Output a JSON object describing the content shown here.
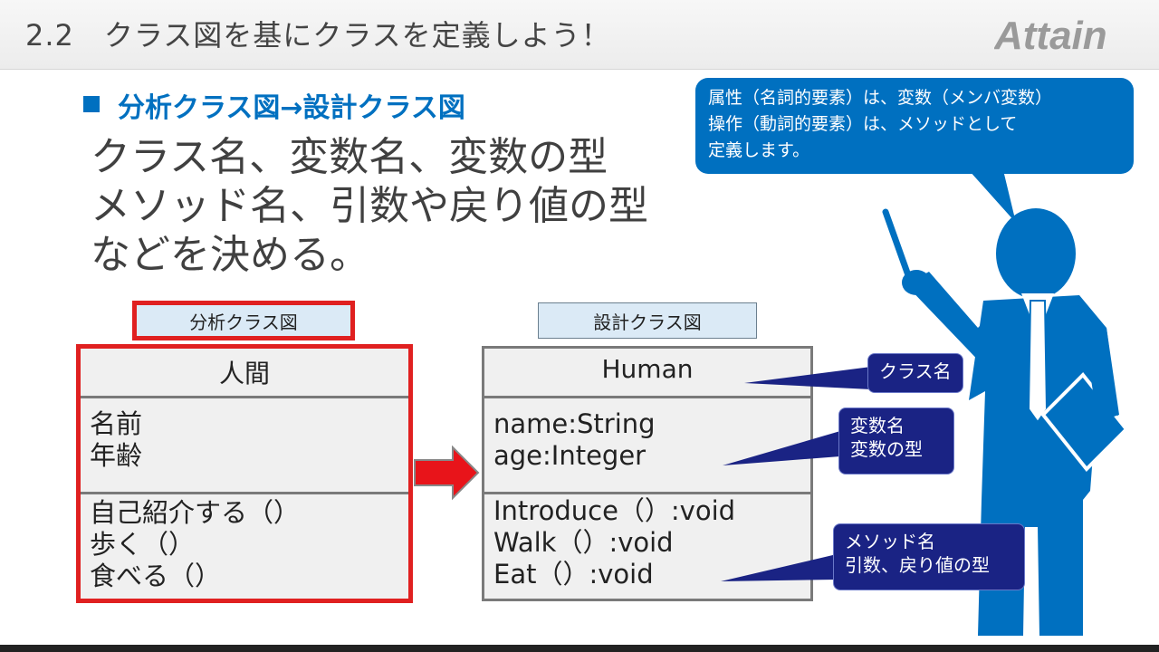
{
  "header": {
    "title": "2.2　クラス図を基にクラスを定義しよう！",
    "logo_text": "Attain"
  },
  "bullet": "分析クラス図→設計クラス図",
  "body_lines": [
    "クラス名、変数名、変数の型",
    "メソッド名、引数や戻り値の型",
    "などを決める。"
  ],
  "callout": {
    "lines": [
      "属性（名詞的要素）は、変数（メンバ変数）",
      "操作（動詞的要素）は、メソッドとして",
      "定義します。"
    ]
  },
  "analysis": {
    "label": "分析クラス図",
    "class_name": "人間",
    "attributes": [
      "名前",
      "年齢"
    ],
    "operations": [
      "自己紹介する（）",
      "歩く（）",
      "食べる（）"
    ]
  },
  "design": {
    "label": "設計クラス図",
    "class_name": "Human",
    "attributes": [
      "name:String",
      "age:Integer"
    ],
    "operations": [
      "Introduce（）:void",
      "Walk（）:void",
      "Eat（）:void"
    ]
  },
  "tags": {
    "class_name": "クラス名",
    "variable": [
      "変数名",
      "変数の型"
    ],
    "method": [
      "メソッド名",
      "引数、戻り値の型"
    ]
  },
  "colors": {
    "accent_blue": "#0070c0",
    "highlight_red": "#e02020",
    "tag_navy": "#1a2384"
  }
}
